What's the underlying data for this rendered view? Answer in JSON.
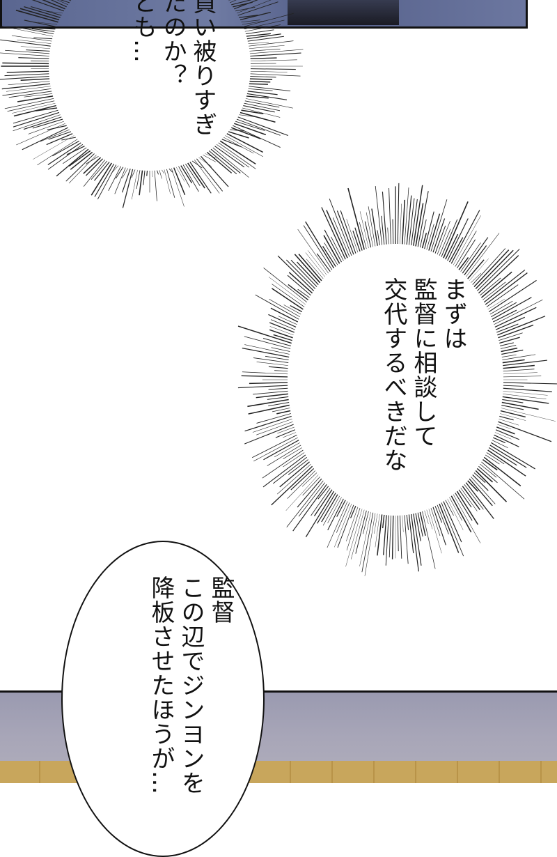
{
  "bubbles": [
    {
      "type": "thought-burst",
      "lines": [
        "買い被りすぎ",
        "たのか？",
        "とも…"
      ]
    },
    {
      "type": "thought-burst",
      "lines": [
        "まずは",
        "監督に相談して",
        "交代するべきだな"
      ]
    },
    {
      "type": "speech",
      "lines": [
        "監督",
        "この辺でジンヨンを",
        "降板させたほうが…"
      ]
    }
  ],
  "colors": {
    "top_panel": "#5a6690",
    "bottom_wall": "#a8a6b8",
    "floor": "#c8a65c"
  }
}
